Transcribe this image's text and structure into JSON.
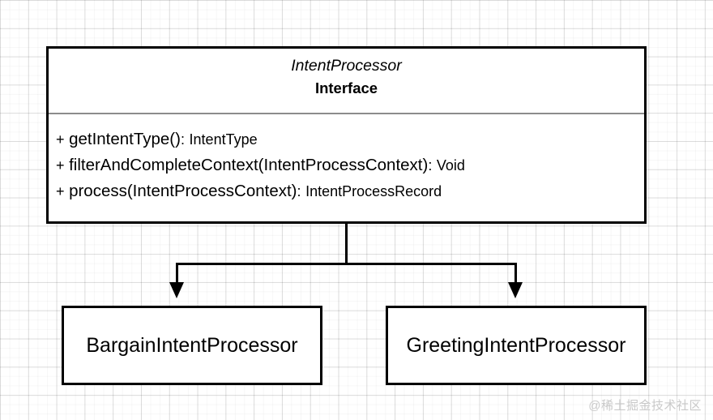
{
  "diagram": {
    "type": "uml-class-diagram",
    "interface": {
      "name": "IntentProcessor",
      "stereotype": "Interface",
      "methods": [
        {
          "visibility": "+",
          "signature": "getIntentType()",
          "separator": ":",
          "return_type": "IntentType",
          "full": "+ getIntentType(): IntentType"
        },
        {
          "visibility": "+",
          "signature": "filterAndCompleteContext(IntentProcessContext)",
          "separator": ":",
          "return_type": "Void",
          "full": "+ filterAndCompleteContext(IntentProcessContext): Void"
        },
        {
          "visibility": "+",
          "signature": "process(IntentProcessContext)",
          "separator": ":",
          "return_type": "IntentProcessRecord",
          "full": "+ process(IntentProcessContext): IntentProcessRecord"
        }
      ]
    },
    "implementations": [
      {
        "name": "BargainIntentProcessor"
      },
      {
        "name": "GreetingIntentProcessor"
      }
    ],
    "relationship": "realization"
  },
  "watermark": {
    "text": "@稀土掘金技术社区"
  },
  "colors": {
    "stroke": "#000000",
    "divider": "#8c8c8c",
    "background": "#ffffff",
    "grid_major": "#e3e3e3",
    "grid_minor": "#f5f5f5",
    "watermark": "#c9c9c9"
  }
}
